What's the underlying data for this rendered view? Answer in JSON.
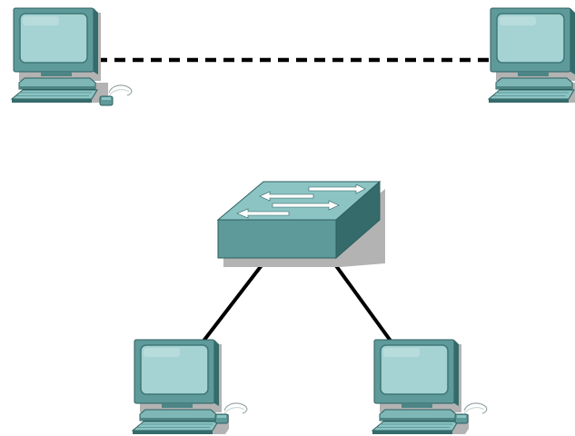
{
  "diagram": {
    "nodes": [
      {
        "id": "pc-top-left",
        "kind": "pc-with-mouse"
      },
      {
        "id": "pc-top-right",
        "kind": "pc"
      },
      {
        "id": "switch",
        "kind": "switch"
      },
      {
        "id": "pc-bottom-left",
        "kind": "pc-with-mouse"
      },
      {
        "id": "pc-bottom-right",
        "kind": "pc-with-mouse"
      }
    ],
    "links": [
      {
        "from": "pc-top-left",
        "to": "pc-top-right",
        "style": "dashed"
      },
      {
        "from": "switch",
        "to": "pc-bottom-left",
        "style": "solid"
      },
      {
        "from": "switch",
        "to": "pc-bottom-right",
        "style": "solid"
      }
    ],
    "colors": {
      "device_face": "#5f9a9a",
      "device_light": "#8cc4c4",
      "device_dark": "#356b6b",
      "device_outline": "#2e5e5e",
      "screen": "#a5d2d2",
      "shadow": "#b3b3b3",
      "link": "#000000"
    }
  }
}
